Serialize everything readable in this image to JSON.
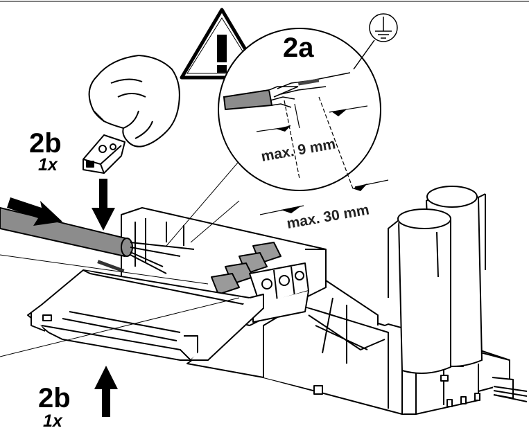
{
  "labels": {
    "step_2a": "2a",
    "step_2b_top": "2b",
    "qty_top": "1x",
    "step_2b_bottom": "2b",
    "qty_bottom": "1x"
  },
  "dimensions": {
    "strip_length": "max. 9 mm",
    "sheath_length": "max. 30 mm"
  },
  "symbols": {
    "warning": "!"
  },
  "colors": {
    "line": "#000000",
    "cable_gray": "#8c8c8c",
    "body_white": "#ffffff"
  }
}
